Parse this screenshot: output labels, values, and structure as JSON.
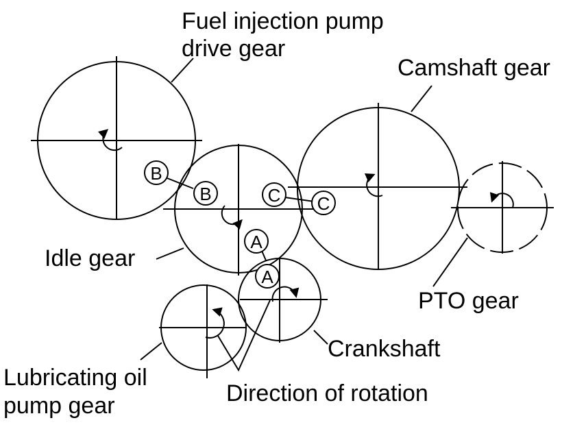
{
  "labels": {
    "fuel_pump_line1": "Fuel injection pump",
    "fuel_pump_line2": "drive gear",
    "camshaft": "Camshaft gear",
    "idle": "Idle gear",
    "pto": "PTO gear",
    "crankshaft": "Crankshaft",
    "lube_line1": "Lubricating oil",
    "lube_line2": "pump gear",
    "rotation": "Direction of rotation"
  },
  "markers": {
    "a": "A",
    "b": "B",
    "c": "C"
  }
}
